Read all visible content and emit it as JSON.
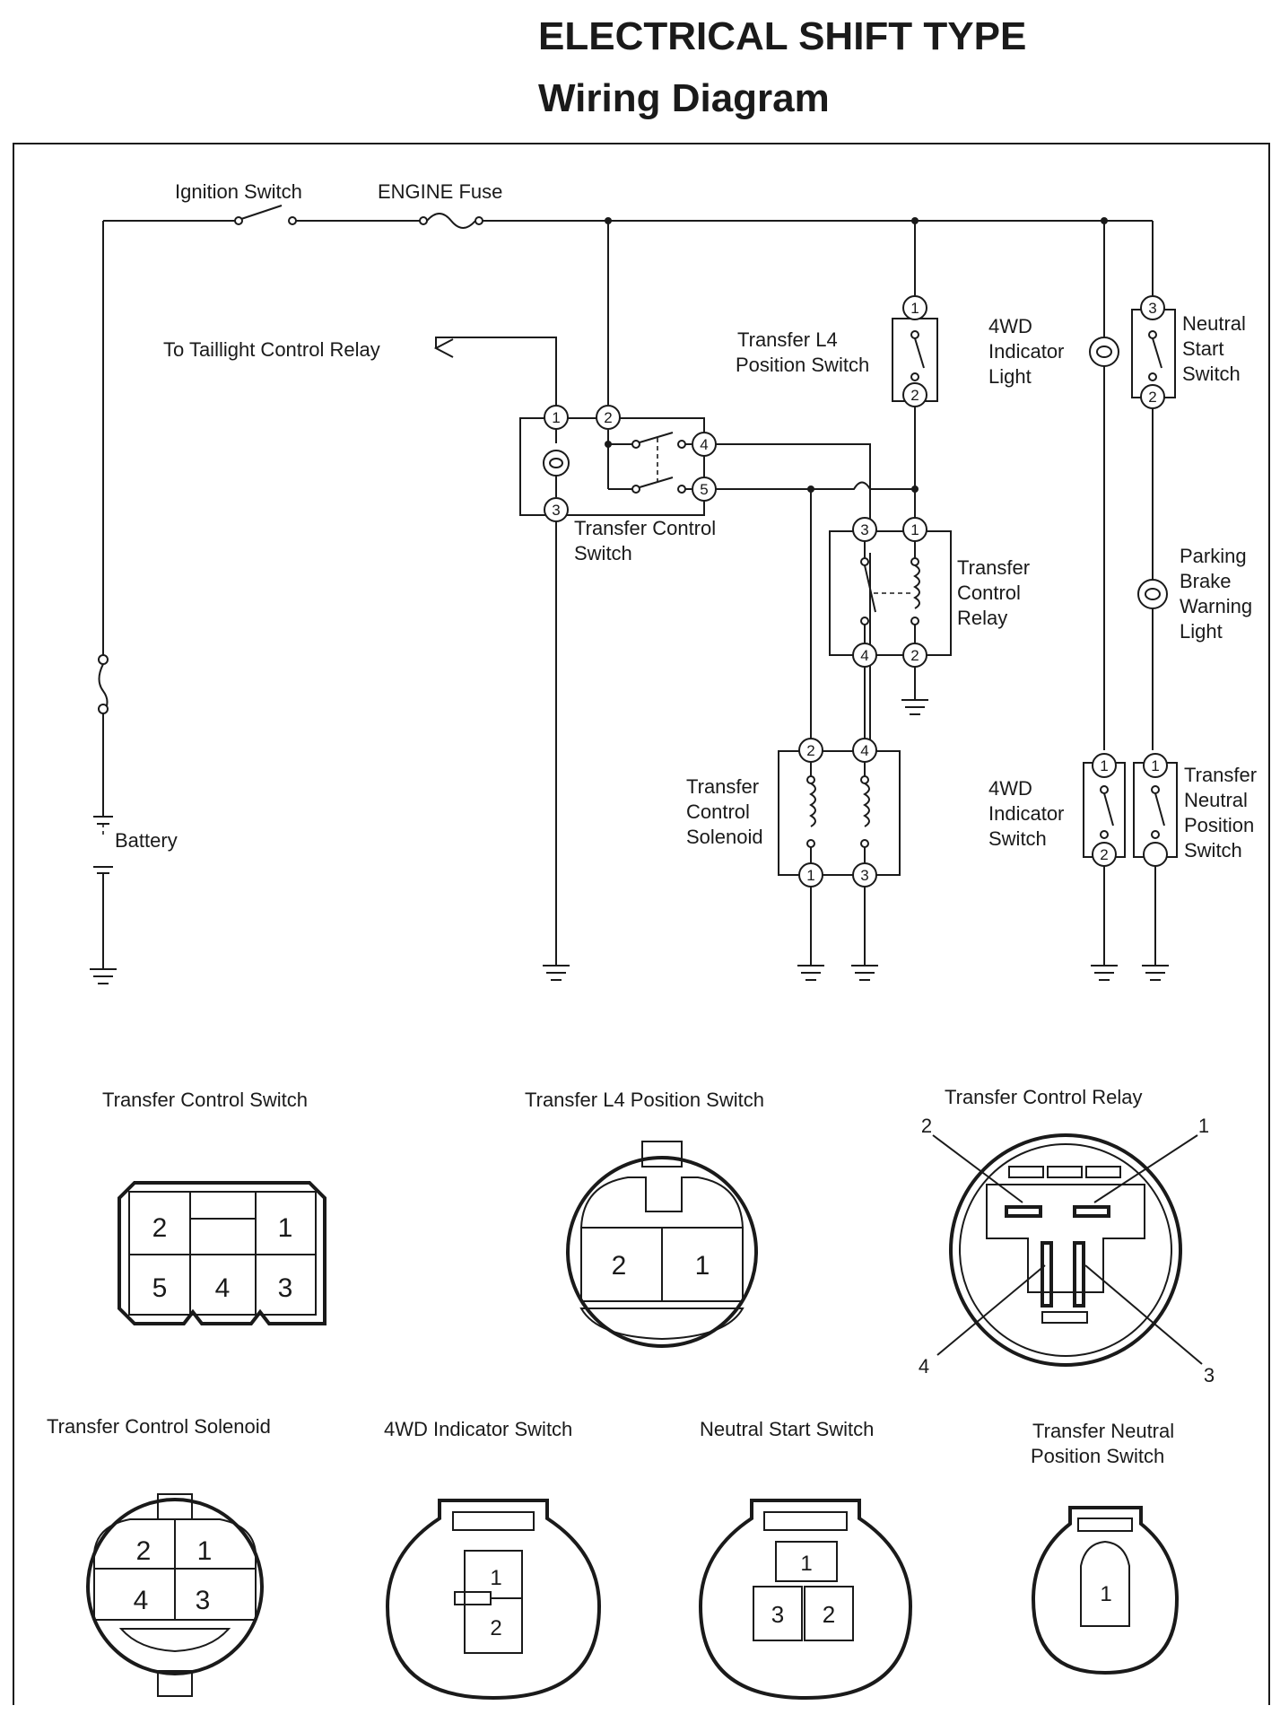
{
  "header": {
    "title": "ELECTRICAL SHIFT TYPE",
    "subtitle": "Wiring Diagram"
  },
  "schematic": {
    "ignition_switch": "Ignition Switch",
    "engine_fuse": "ENGINE Fuse",
    "taillight": "To Taillight Control Relay",
    "battery": "Battery",
    "l4_switch": [
      "Transfer L4",
      "Position Switch"
    ],
    "indicator_light": [
      "4WD",
      "Indicator",
      "Light"
    ],
    "neutral_start": [
      "Neutral",
      "Start",
      "Switch"
    ],
    "control_switch": [
      "Transfer Control",
      "Switch"
    ],
    "control_relay": [
      "Transfer",
      "Control",
      "Relay"
    ],
    "parking_brake": [
      "Parking",
      "Brake",
      "Warning",
      "Light"
    ],
    "solenoid": [
      "Transfer",
      "Control",
      "Solenoid"
    ],
    "indicator_switch": [
      "4WD",
      "Indicator",
      "Switch"
    ],
    "neutral_position": [
      "Transfer",
      "Neutral",
      "Position",
      "Switch"
    ],
    "pins": {
      "p1": "1",
      "p2": "2",
      "p3": "3",
      "p4": "4",
      "p5": "5"
    }
  },
  "connectors": {
    "control_switch": {
      "title": "Transfer Control Switch",
      "cells": [
        "2",
        "1",
        "5",
        "4",
        "3"
      ]
    },
    "l4_switch": {
      "title": "Transfer L4 Position Switch",
      "cells": [
        "2",
        "1"
      ]
    },
    "control_relay": {
      "title": "Transfer Control Relay",
      "pins": [
        "2",
        "1",
        "4",
        "3"
      ]
    },
    "solenoid": {
      "title": "Transfer Control Solenoid",
      "cells": [
        "2",
        "1",
        "4",
        "3"
      ]
    },
    "indicator_switch": {
      "title": "4WD Indicator Switch",
      "cells": [
        "1",
        "2"
      ]
    },
    "neutral_start": {
      "title": "Neutral Start Switch",
      "cells": [
        "1",
        "3",
        "2"
      ]
    },
    "neutral_position": {
      "title": [
        "Transfer Neutral",
        "Position Switch"
      ],
      "cells": [
        "1"
      ]
    }
  }
}
